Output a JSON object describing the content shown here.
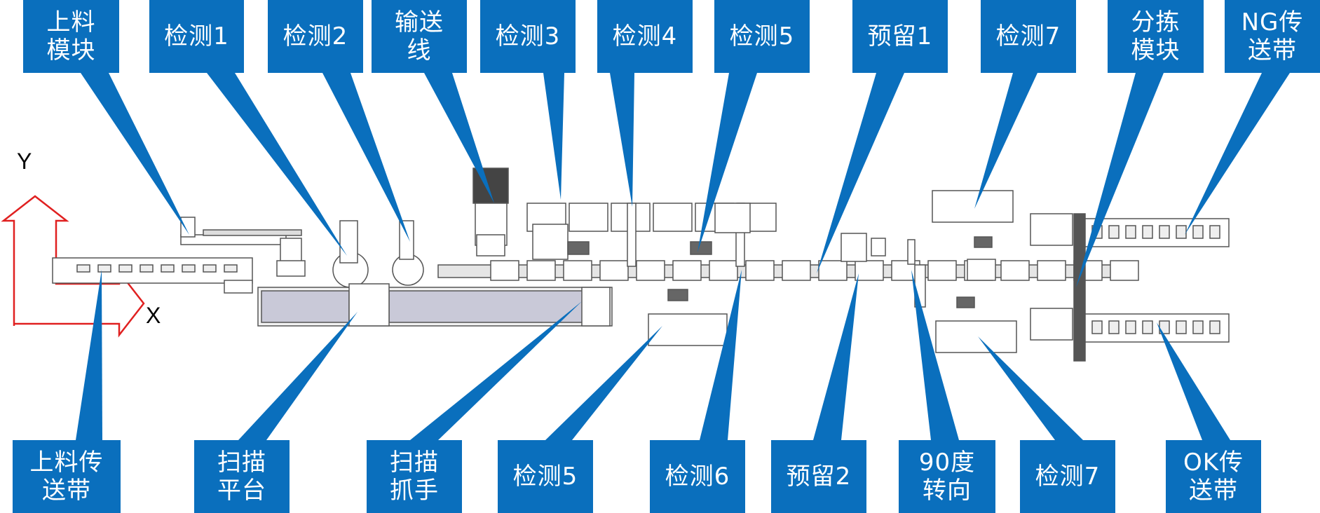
{
  "labels": {
    "top": [
      "上料\n模块",
      "检测1",
      "检测2",
      "输送\n线",
      "检测3",
      "检测4",
      "检测5",
      "预留1",
      "检测7",
      "分拣\n模块",
      "NG传\n送带"
    ],
    "bottom": [
      "上料传\n送带",
      "扫描\n平台",
      "扫描\n抓手",
      "检测5",
      "检测6",
      "预留2",
      "90度\n转向",
      "检测7",
      "OK传\n送带"
    ]
  },
  "axes": {
    "x": "X",
    "y": "Y"
  },
  "colors": {
    "callout": "#0a6fbd",
    "axis": "#e02020",
    "machine": "#555555"
  }
}
